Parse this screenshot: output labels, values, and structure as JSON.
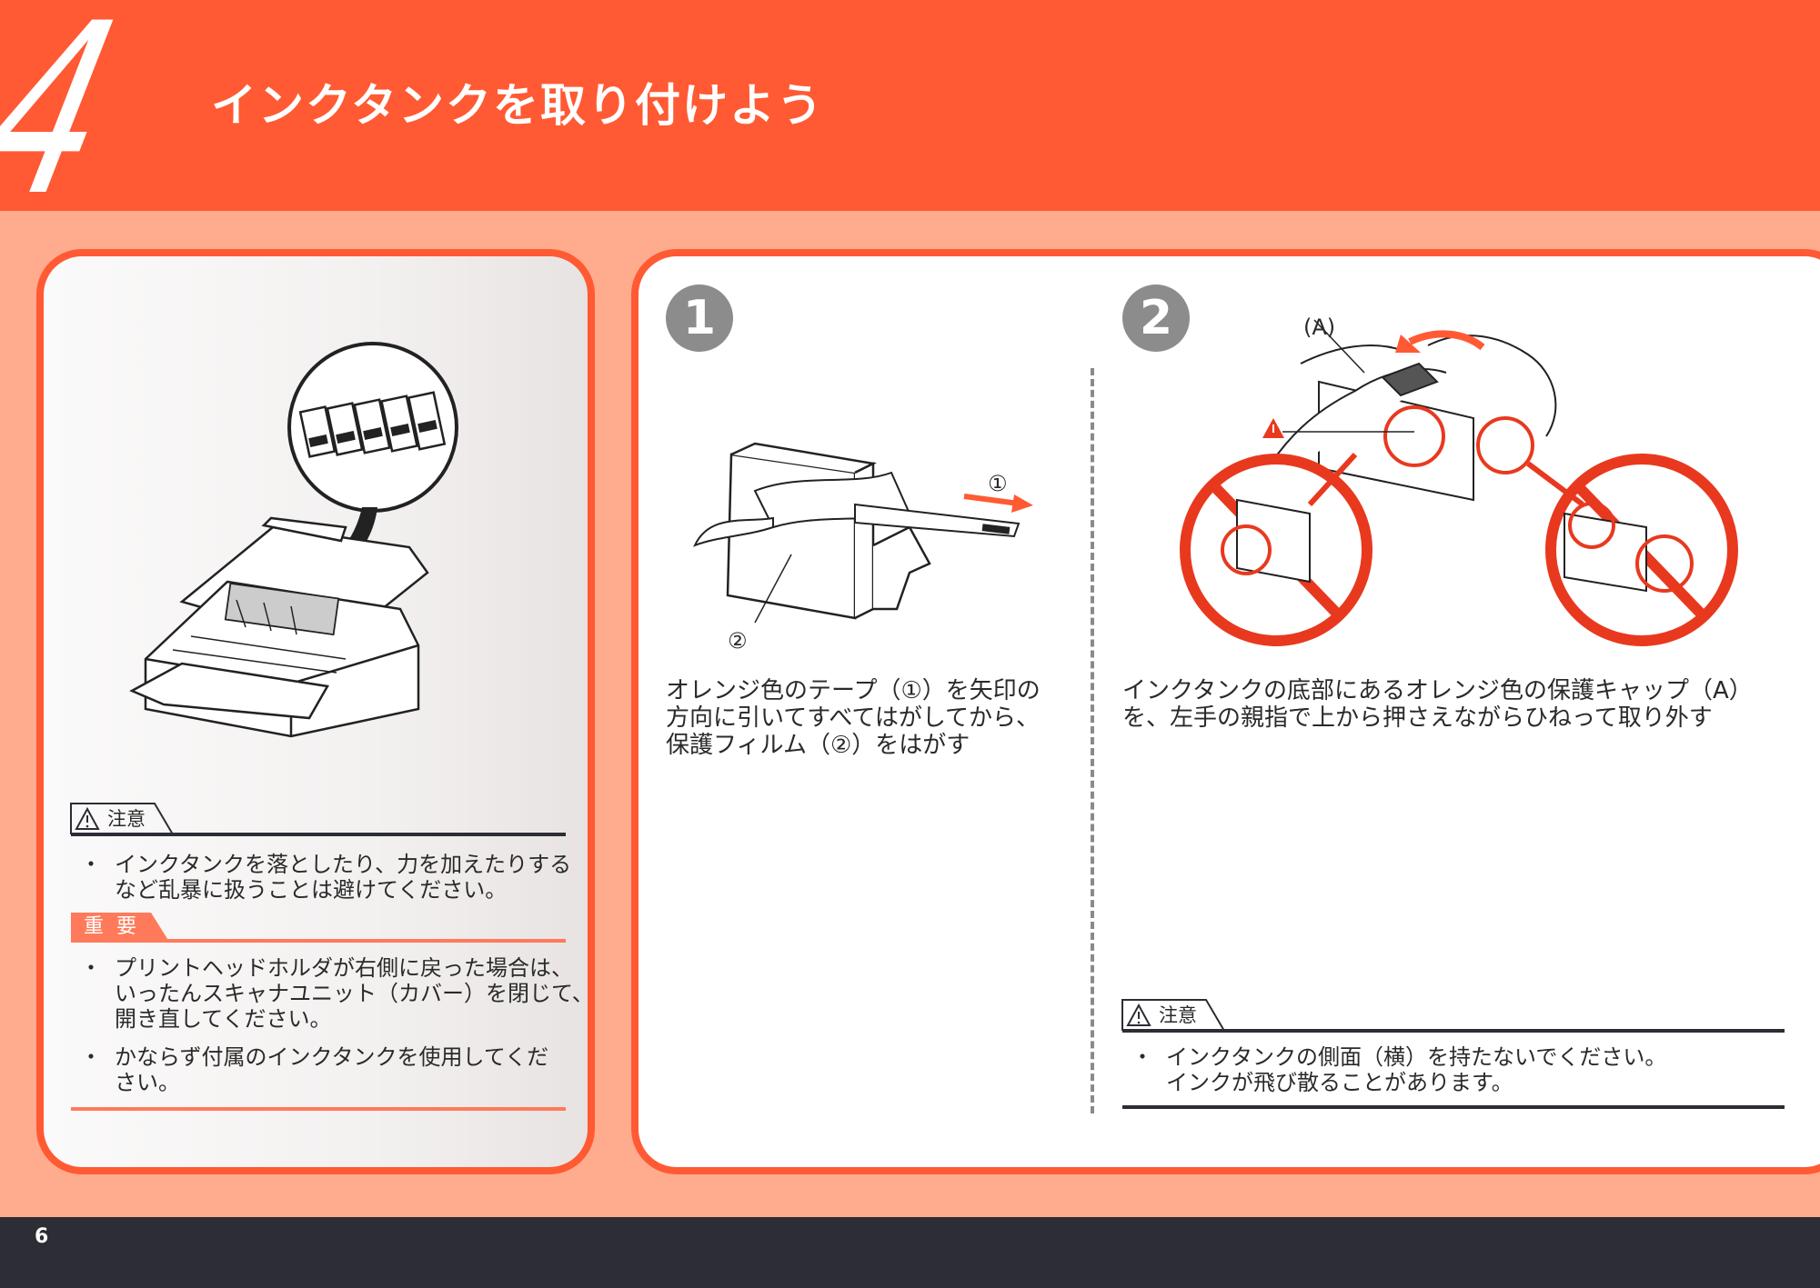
{
  "header": {
    "step_number": "4",
    "title": "インクタンクを取り付けよう"
  },
  "left_panel": {
    "caution": {
      "label": "注意",
      "items": [
        [
          "インクタンクを落としたり、力を加えたりする",
          "など乱暴に扱うことは避けてください。"
        ]
      ]
    },
    "important": {
      "label": "重要",
      "items": [
        [
          "プリントヘッドホルダが右側に戻った場合は、",
          "いったんスキャナユニット（カバー）を閉じて、",
          "開き直してください。"
        ],
        [
          "かならず付属のインクタンクを使用してくだ",
          "さい。"
        ]
      ]
    }
  },
  "steps": [
    {
      "badge": "1",
      "lines": [
        "オレンジ色のテープ（①）を矢印の",
        "方向に引いてすべてはがしてから、",
        "保護フィルム（②）をはがす"
      ],
      "callouts": [
        "①",
        "②"
      ]
    },
    {
      "badge": "2",
      "lines": [
        "インクタンクの底部にあるオレンジ色の保護キャップ（A）",
        "を、左手の親指で上から押さえながらひねって取り外す"
      ],
      "callouts": [
        "(A)"
      ],
      "caution": {
        "label": "注意",
        "lines": [
          "インクタンクの側面（横）を持たないでください。",
          "インクが飛び散ることがあります。"
        ]
      }
    }
  ],
  "footer": {
    "page_number": "6"
  },
  "colors": {
    "header_orange": "#ff5a33",
    "page_background": "#ffab8e",
    "footer_dark": "#2c2d35",
    "badge_gray": "#8c8c8c",
    "prohibition_red": "#e8391f"
  },
  "icons": [
    "warning-triangle-icon",
    "prohibition-icon",
    "arrow-icon"
  ]
}
